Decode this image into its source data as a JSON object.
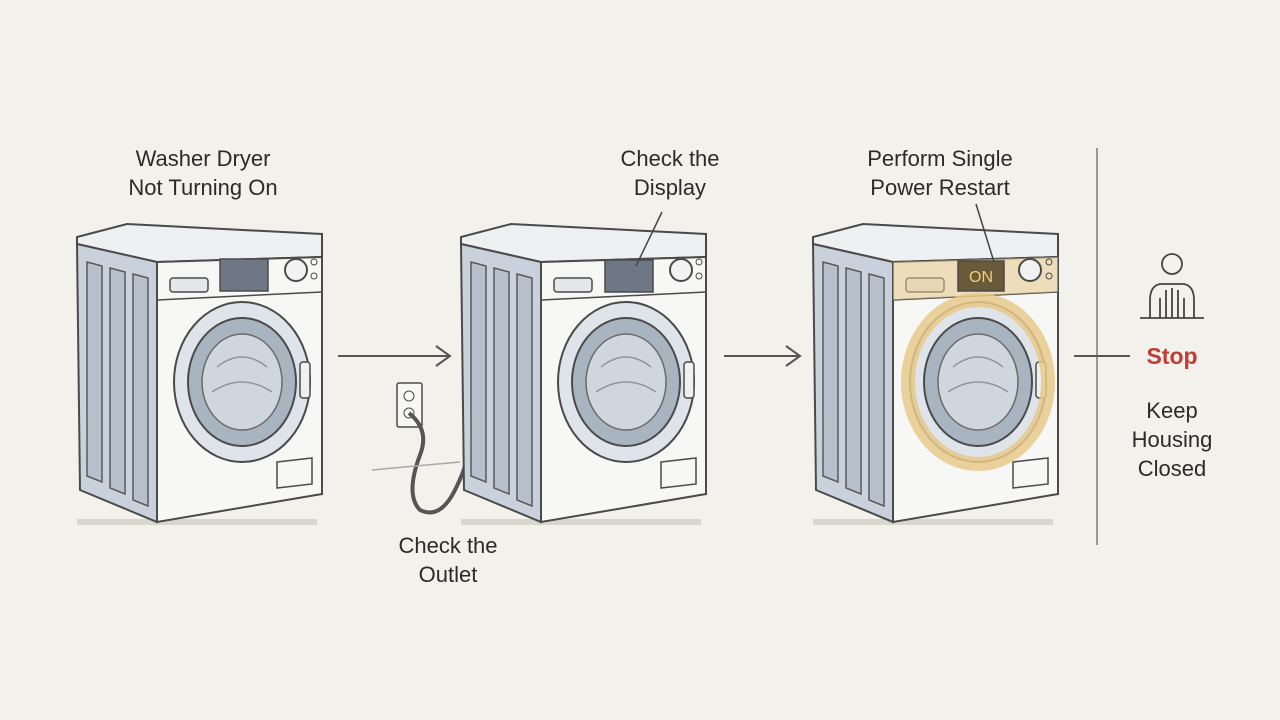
{
  "steps": [
    {
      "label": "Washer Dryer\nNot Turning On"
    },
    {
      "label": "Check the\nDisplay"
    },
    {
      "label": "Perform Single\nPower Restart"
    }
  ],
  "outlet": {
    "label": "Check the\nOutlet"
  },
  "display": {
    "on_text": "ON"
  },
  "stop": {
    "label": "Stop",
    "note": "Keep\nHousing\nClosed"
  },
  "colors": {
    "background": "#f2f1ec",
    "machine_body": "#f7f7f5",
    "machine_side": "#c9d2dc",
    "outline": "#4a4a4a",
    "highlight": "#e8c98a",
    "stop_red": "#c23b34"
  },
  "icons": [
    "arrow-right-icon",
    "power-outlet-icon",
    "power-cord-icon",
    "stop-hand-icon"
  ]
}
